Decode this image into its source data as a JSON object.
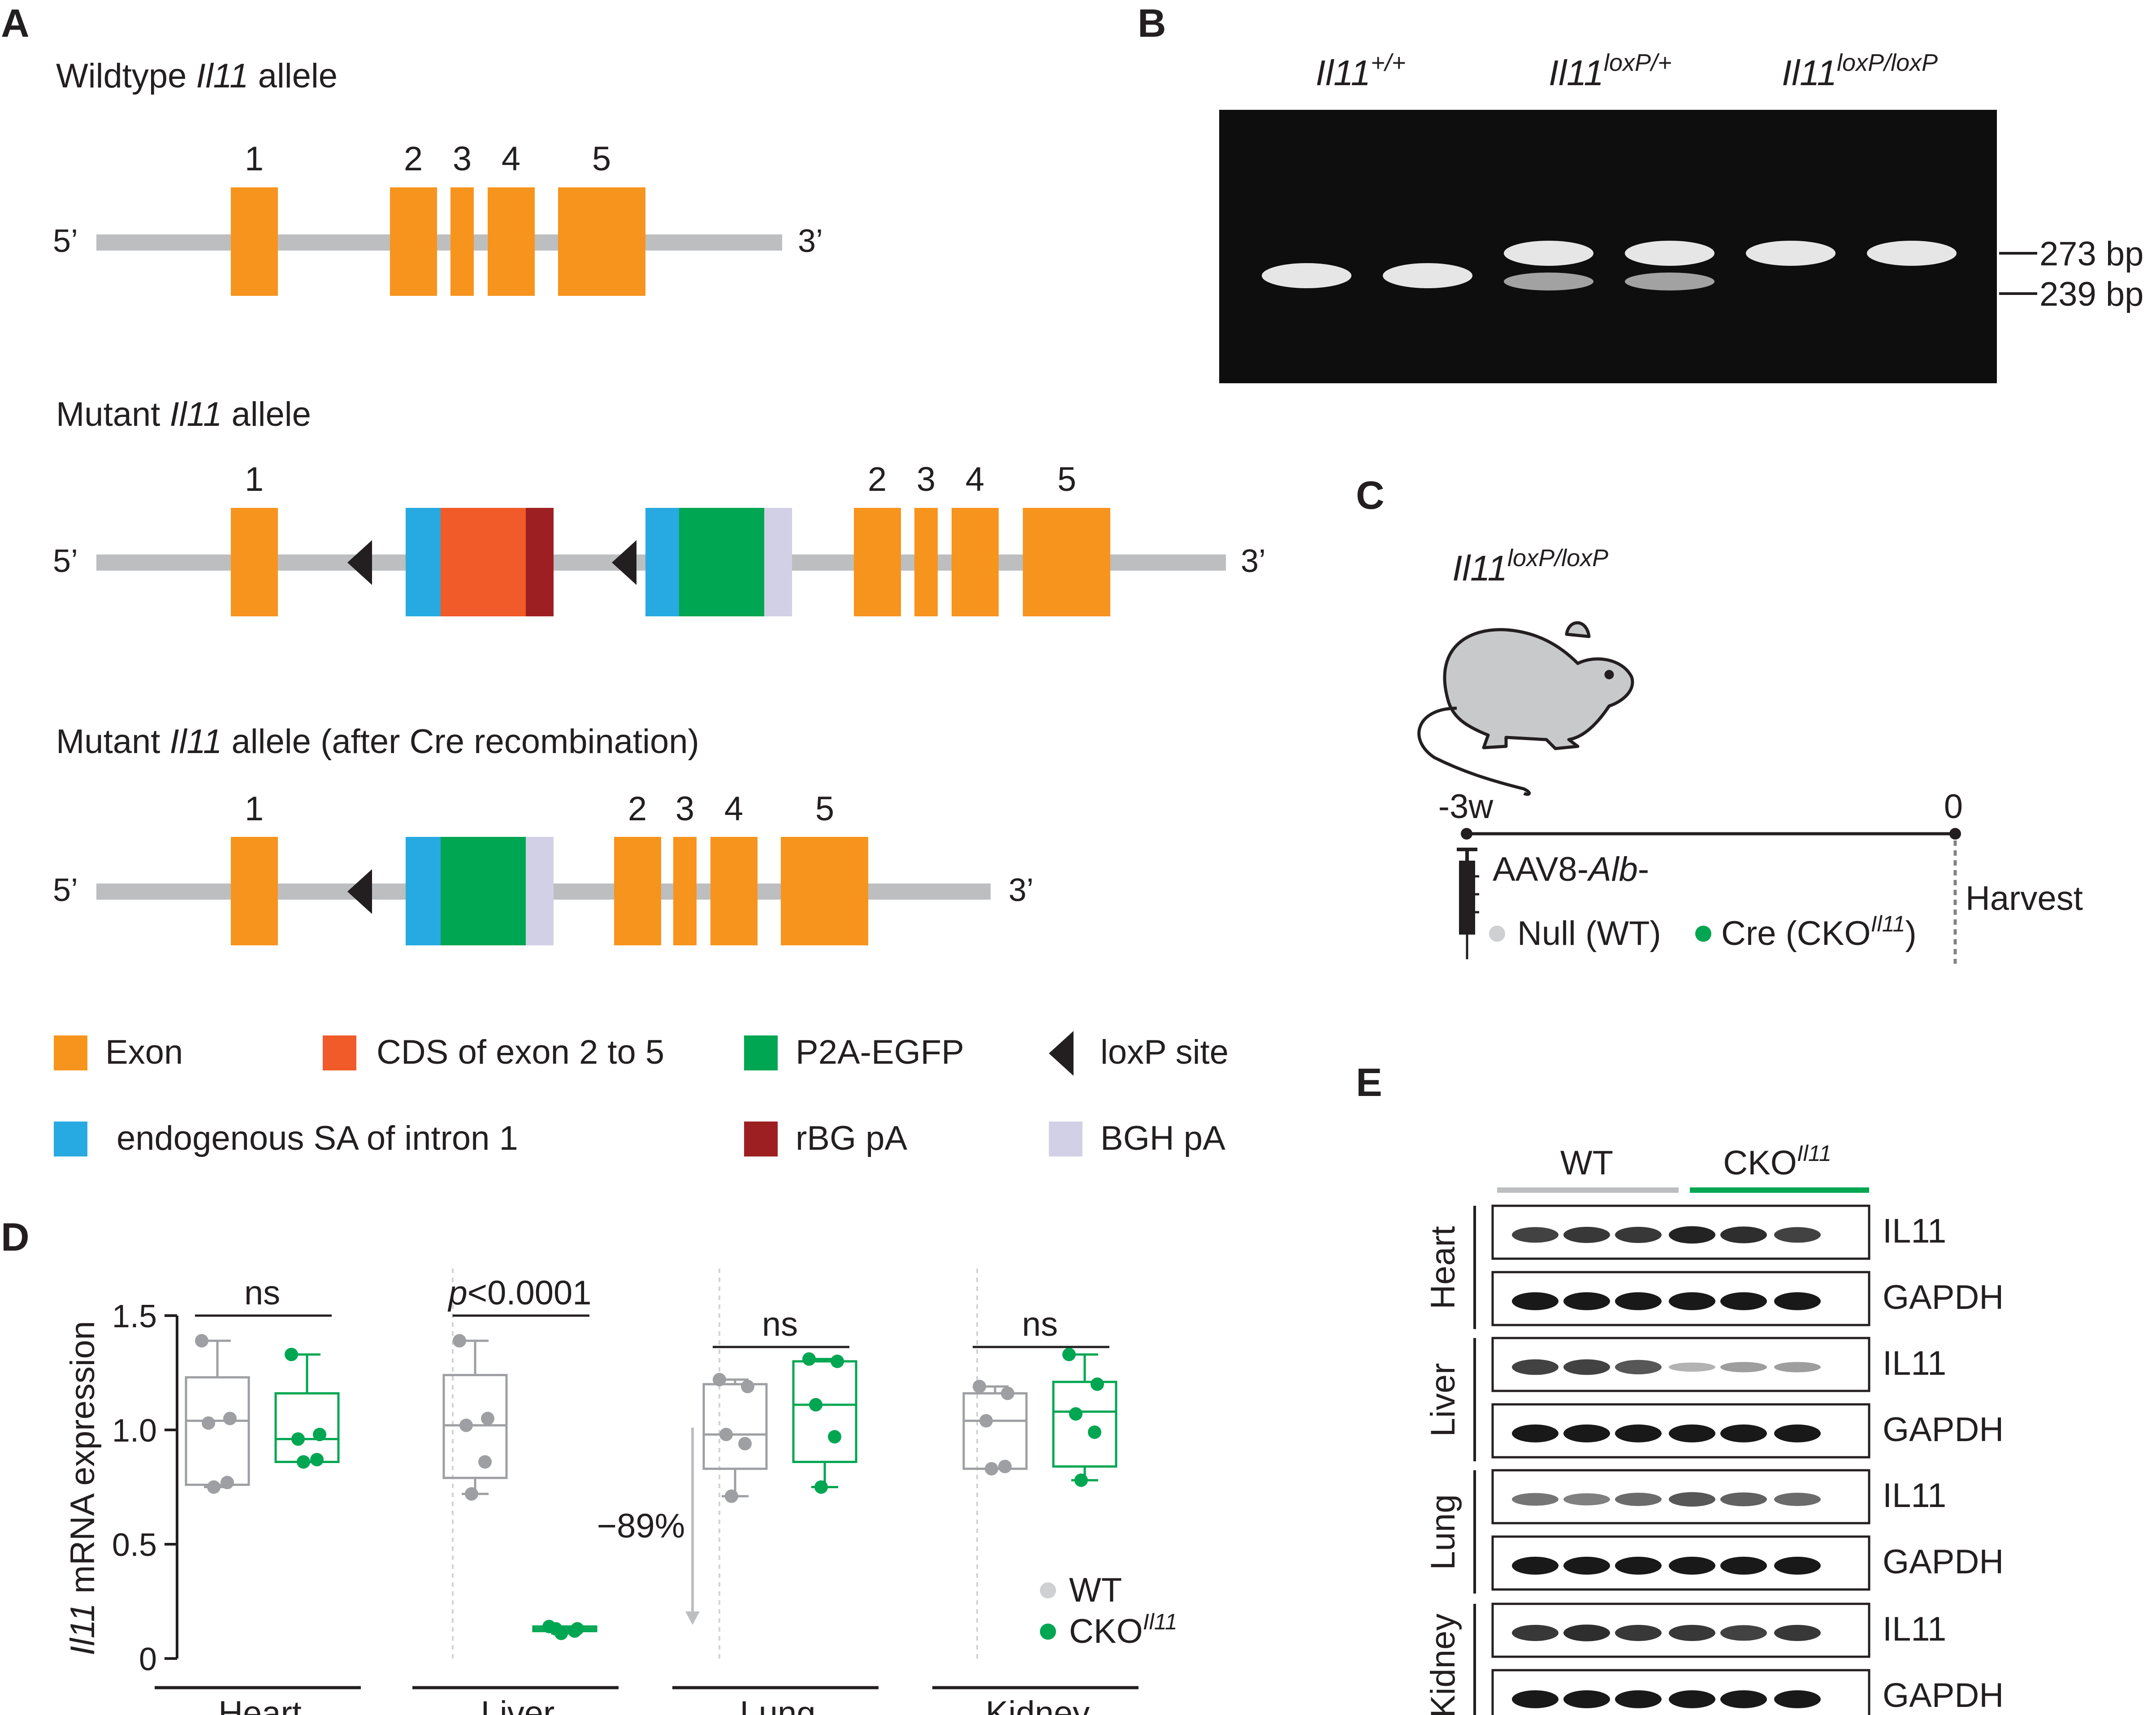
{
  "colors": {
    "exon": "#f7941d",
    "cds": "#f15a29",
    "p2a_egfp": "#00a651",
    "sa": "#27aae1",
    "rbg_pa": "#9e1f22",
    "bgh_pa": "#d1d0e6",
    "line_gray": "#bcbec0",
    "wt_gray": "#9d9fa2",
    "cko_green": "#00a651",
    "gel_bg": "#0e0e0e"
  },
  "panelA": {
    "label": "A",
    "wt_title": [
      "Wildtype ",
      "Il11",
      " allele"
    ],
    "mut_title": [
      "Mutant ",
      "Il11",
      " allele"
    ],
    "cre_title": [
      "Mutant ",
      "Il11",
      " allele (after Cre recombination)"
    ],
    "five_prime": "5’",
    "three_prime": "3’",
    "exon_numbers": [
      "1",
      "2",
      "3",
      "4",
      "5"
    ],
    "legend": [
      {
        "label": "Exon",
        "color": "#f7941d",
        "kind": "box"
      },
      {
        "label": "CDS of exon 2 to 5",
        "color": "#f15a29",
        "kind": "box"
      },
      {
        "label": "P2A-EGFP",
        "color": "#00a651",
        "kind": "box"
      },
      {
        "label": "loxP site",
        "color": "#231f20",
        "kind": "triangle"
      },
      {
        "label": "endogenous SA of intron 1",
        "color": "#27aae1",
        "kind": "box"
      },
      {
        "label": "rBG pA",
        "color": "#9e1f22",
        "kind": "box"
      },
      {
        "label": "BGH pA",
        "color": "#d1d0e6",
        "kind": "box"
      }
    ]
  },
  "panelB": {
    "label": "B",
    "genotypes": [
      {
        "base": "Il11",
        "sup": "+/+"
      },
      {
        "base": "Il11",
        "sup": "loxP/+"
      },
      {
        "base": "Il11",
        "sup": "loxP/loxP"
      }
    ],
    "band_labels": [
      "273 bp",
      "239 bp"
    ],
    "lanes": [
      {
        "upper": false,
        "lower": true
      },
      {
        "upper": false,
        "lower": true
      },
      {
        "upper": true,
        "lower": true
      },
      {
        "upper": true,
        "lower": true
      },
      {
        "upper": true,
        "lower": false
      },
      {
        "upper": true,
        "lower": false
      }
    ]
  },
  "panelC": {
    "label": "C",
    "mouse_label": {
      "base": "Il11",
      "sup": "loxP/loxP"
    },
    "time_start": "-3w",
    "time_end": "0",
    "injection": [
      "AAV8-",
      "Alb",
      "-"
    ],
    "null_label": "Null (WT)",
    "cre_label": "Cre (CKO",
    "cre_sup": "Il11",
    "cre_close": ")",
    "harvest": "Harvest"
  },
  "panelD": {
    "label": "D",
    "y_axis_label": [
      "Il11",
      " mRNA expression"
    ],
    "change_label": "−89%",
    "legend": {
      "wt": "WT",
      "cko": "CKO",
      "cko_sup": "Il11"
    }
  },
  "chart_data": {
    "type": "box",
    "ylabel": "Il11 mRNA expression",
    "ylim": [
      0,
      1.5
    ],
    "yticks": [
      "0",
      "0.5",
      "1.0",
      "1.5"
    ],
    "groups": [
      {
        "name": "Heart",
        "significance": "ns",
        "WT": {
          "points": [
            1.39,
            1.05,
            1.03,
            0.77,
            0.75
          ],
          "min": 0.75,
          "q1": 0.76,
          "median": 1.04,
          "q3": 1.23,
          "max": 1.39
        },
        "CKO": {
          "points": [
            1.33,
            0.98,
            0.96,
            0.87,
            0.86
          ],
          "min": 0.86,
          "q1": 0.86,
          "median": 0.96,
          "q3": 1.16,
          "max": 1.33
        }
      },
      {
        "name": "Liver",
        "significance": "p<0.0001",
        "WT": {
          "points": [
            1.39,
            1.05,
            1.02,
            0.86,
            0.72
          ],
          "min": 0.72,
          "q1": 0.79,
          "median": 1.02,
          "q3": 1.24,
          "max": 1.39
        },
        "CKO": {
          "points": [
            0.14,
            0.13,
            0.13,
            0.12,
            0.11
          ],
          "min": 0.11,
          "q1": 0.12,
          "median": 0.13,
          "q3": 0.14,
          "max": 0.14
        }
      },
      {
        "name": "Lung",
        "significance": "ns",
        "WT": {
          "points": [
            1.22,
            1.19,
            0.98,
            0.94,
            0.71
          ],
          "min": 0.71,
          "q1": 0.83,
          "median": 0.98,
          "q3": 1.2,
          "max": 1.22
        },
        "CKO": {
          "points": [
            1.31,
            1.3,
            1.11,
            0.97,
            0.75
          ],
          "min": 0.75,
          "q1": 0.86,
          "median": 1.11,
          "q3": 1.3,
          "max": 1.31
        },
        "pct": ""
      },
      {
        "name": "Kidney",
        "significance": "ns",
        "WT": {
          "points": [
            1.19,
            1.16,
            1.04,
            0.84,
            0.83
          ],
          "min": 0.83,
          "q1": 0.83,
          "median": 1.04,
          "q3": 1.16,
          "max": 1.19
        },
        "CKO": {
          "points": [
            1.33,
            1.2,
            1.07,
            0.99,
            0.78
          ],
          "min": 0.78,
          "q1": 0.84,
          "median": 1.08,
          "q3": 1.21,
          "max": 1.33
        }
      }
    ],
    "series": [
      {
        "name": "WT"
      },
      {
        "name": "CKO"
      }
    ]
  },
  "panelE": {
    "label": "E",
    "group_wt": "WT",
    "group_cko": "CKO",
    "group_cko_sup": "Il11",
    "tissues": [
      {
        "name": "Heart",
        "il11": [
          0.8,
          0.85,
          0.85,
          0.95,
          0.9,
          0.8
        ],
        "gapdh": [
          1,
          1,
          1,
          1,
          1,
          1
        ]
      },
      {
        "name": "Liver",
        "il11": [
          0.8,
          0.8,
          0.7,
          0.25,
          0.35,
          0.35
        ],
        "gapdh": [
          1,
          1,
          1,
          1,
          1,
          1
        ]
      },
      {
        "name": "Lung",
        "il11": [
          0.55,
          0.5,
          0.6,
          0.7,
          0.65,
          0.6
        ],
        "gapdh": [
          1,
          1,
          1,
          1,
          1,
          1
        ]
      },
      {
        "name": "Kidney",
        "il11": [
          0.85,
          0.9,
          0.85,
          0.85,
          0.8,
          0.85
        ],
        "gapdh": [
          1,
          1,
          1,
          1,
          1,
          1
        ]
      }
    ],
    "row_labels": [
      "IL11",
      "GAPDH"
    ]
  }
}
